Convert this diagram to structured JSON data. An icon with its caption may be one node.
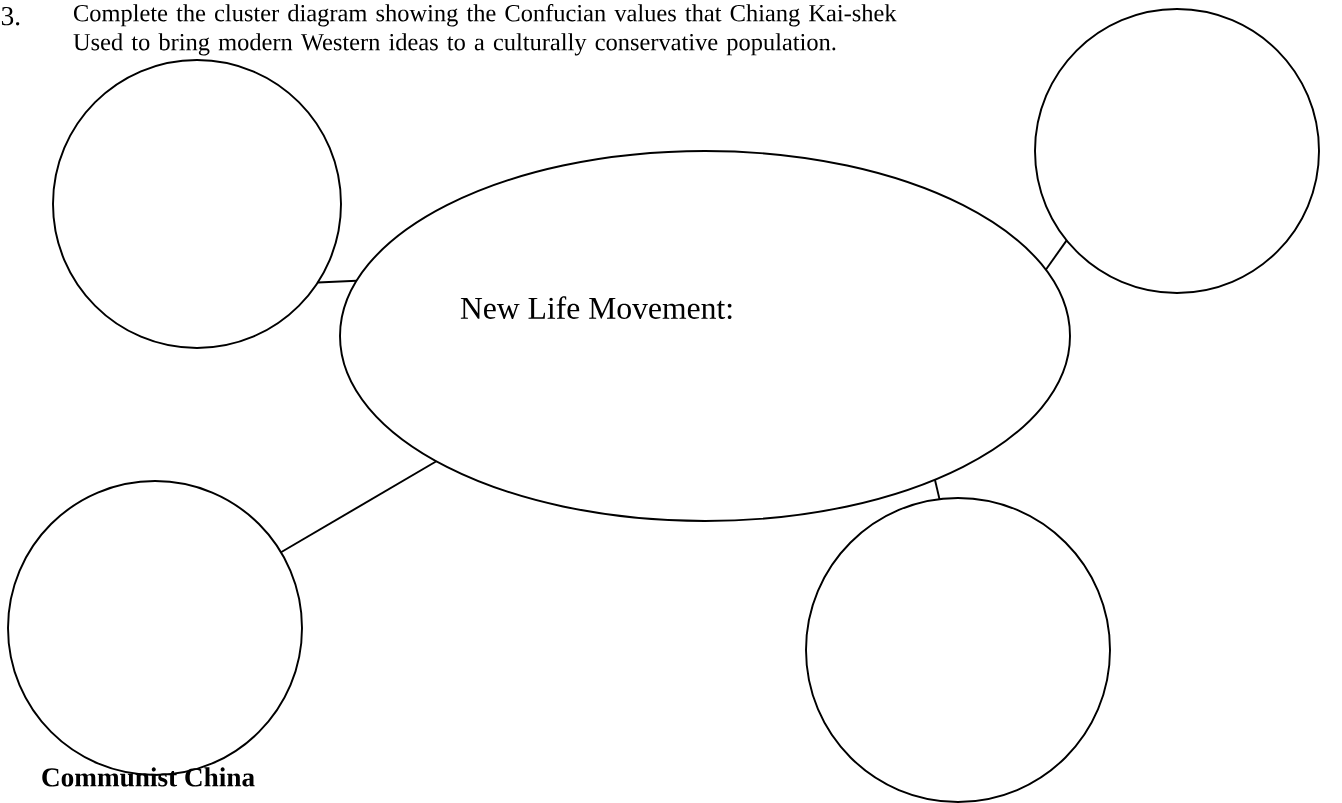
{
  "diagram": {
    "nodes": [
      {
        "text": [
          "New Life Movement:"
        ]
      },
      {
        "text": [],
        "shape": "circle"
      },
      {
        "text": [],
        "shape": "circle"
      },
      {
        "text": [],
        "shape": "circle"
      },
      {
        "text": [],
        "shape": "circle"
      }
    ],
    "edges": [
      {
        "from": 0,
        "to": 1,
        "arrow": "none"
      },
      {
        "from": 0,
        "to": 2,
        "arrow": "none"
      },
      {
        "from": 0,
        "to": 3,
        "arrow": "none"
      },
      {
        "from": 0,
        "to": 4,
        "arrow": "none"
      }
    ],
    "labels": [
      "3.",
      "Complete the cluster diagram showing the Confucian values that Chiang Kai-shek Used to bring modern Western ideas to a culturally conservative population.",
      "Communist China"
    ]
  }
}
